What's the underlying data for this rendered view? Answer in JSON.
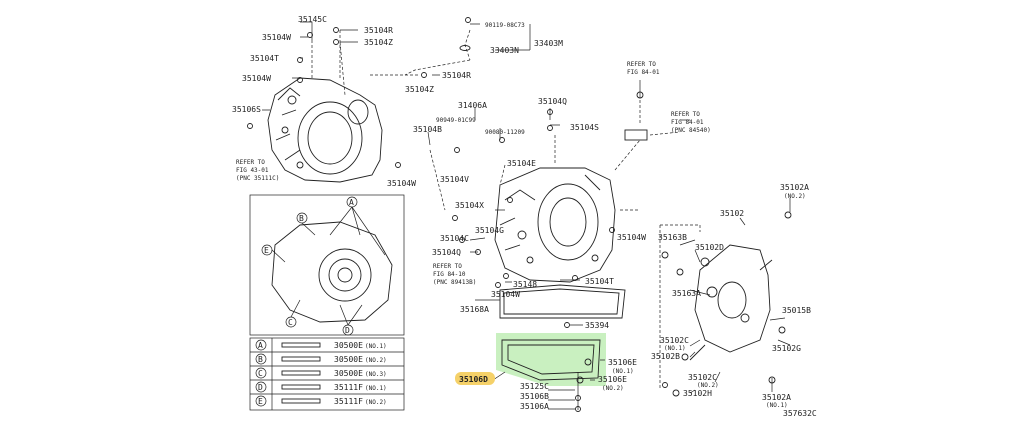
{
  "labels": {
    "p35145C": "35145C",
    "p35104R_a": "35104R",
    "p35104Z_a": "35104Z",
    "p35104W_a": "35104W",
    "p35104T_a": "35104T",
    "p35104W_b": "35104W",
    "p35106S": "35106S",
    "p35104R_b": "35104R",
    "p35104Z_b": "35104Z",
    "p90119": "90119-08C73",
    "p33403N": "33403N",
    "p33403M": "33403M",
    "p31406A": "31406A",
    "p90949": "90949-01C99",
    "p90080": "90080-11209",
    "p35104B": "35104B",
    "p35104Q_a": "35104Q",
    "p35104S": "35104S",
    "p35104E": "35104E",
    "p35104V": "35104V",
    "p35104W_c": "35104W",
    "p35104X": "35104X",
    "p35104G": "35104G",
    "p35104C": "35104C",
    "p35104Q_b": "35104Q",
    "p35104W_d": "35104W",
    "p35148": "35148",
    "p35104T_b": "35104T",
    "p35104W_e": "35104W",
    "p35168A": "35168A",
    "p35394": "35394",
    "p35106E_1": "35106E",
    "p35106E_1n": "(NO.1)",
    "p35106D": "35106D",
    "p35125C": "35125C",
    "p35106E_2": "35106E",
    "p35106E_2n": "(NO.2)",
    "p35106B": "35106B",
    "p35106A": "35106A",
    "p35102": "35102",
    "p35102A_a": "35102A",
    "p35102A_an": "(NO.2)",
    "p35163B": "35163B",
    "p35102D": "35102D",
    "p35163A": "35163A",
    "p35015B": "35015B",
    "p35102G": "35102G",
    "p35102C_a": "35102C",
    "p35102C_an": "(NO.1)",
    "p35102B": "35102B",
    "p35102C_b": "35102C",
    "p35102C_bn": "(NO.2)",
    "p35102H": "35102H",
    "p35102A_b": "35102A",
    "p35102A_bn": "(NO.1)",
    "diagram_id": "357632C"
  },
  "refs": {
    "r1a": "REFER TO",
    "r1b": "FIG 43-01",
    "r1c": "(PNC 35111C)",
    "r2a": "REFER TO",
    "r2b": "FIG 84-01",
    "r3a": "REFER TO",
    "r3b": "FIG 84-01",
    "r3c": "(PNC 84540)",
    "r4a": "REFER TO",
    "r4b": "FIG 84-10",
    "r4c": "(PNC 89413B)"
  },
  "inset_letters": [
    "A",
    "A",
    "B",
    "C",
    "D",
    "E",
    "D"
  ],
  "table": [
    {
      "key": "A",
      "part": "30500E",
      "note": "(NO.1)"
    },
    {
      "key": "B",
      "part": "30500E",
      "note": "(NO.2)"
    },
    {
      "key": "C",
      "part": "30500E",
      "note": "(NO.3)"
    },
    {
      "key": "D",
      "part": "35111F",
      "note": "(NO.1)"
    },
    {
      "key": "E",
      "part": "35111F",
      "note": "(NO.2)"
    }
  ],
  "colors": {
    "highlight_area": "#c9f0c0",
    "highlight_label": "#f5d169",
    "ink": "#222222"
  }
}
